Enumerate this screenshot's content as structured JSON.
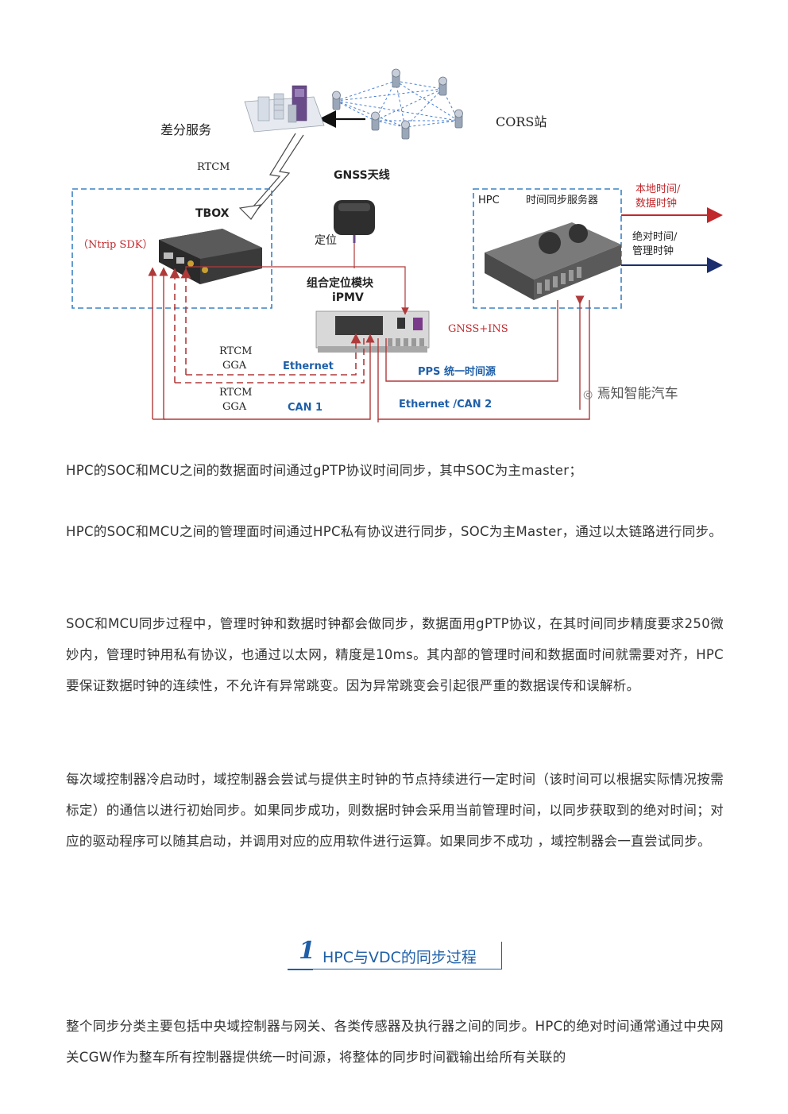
{
  "diagram": {
    "labels": {
      "diff_service": "差分服务",
      "cors": "CORS站",
      "rtcm_top": "RTCM",
      "gnss_antenna": "GNSS天线",
      "tbox": "TBOX",
      "ntrip": "（Ntrip SDK）",
      "dingwei": "定位",
      "module_line1": "组合定位模块",
      "module_line2": "iPMV",
      "gnss_ins": "GNSS+INS",
      "hpc": "HPC",
      "time_server": "时间同步服务器",
      "local_time_1": "本地时间/",
      "local_time_2": "数据时钟",
      "abs_time_1": "绝对时间/",
      "abs_time_2": "管理时钟",
      "rtcm_1": "RTCM",
      "gga_1": "GGA",
      "ethernet": "Ethernet",
      "pps": "PPS 统一时间源",
      "rtcm_2": "RTCM",
      "gga_2": "GGA",
      "can1": "CAN 1",
      "eth_can2": "Ethernet /CAN 2",
      "watermark": "焉知智能汽车"
    }
  },
  "paragraphs": {
    "p1": "HPC的SOC和MCU之间的数据面时间通过gPTP协议时间同步，其中SOC为主master；",
    "p2": "HPC的SOC和MCU之间的管理面时间通过HPC私有协议进行同步，SOC为主Master，通过以太链路进行同步。",
    "p3": "SOC和MCU同步过程中，管理时钟和数据时钟都会做同步，数据面用gPTP协议，在其时间同步精度要求250微妙内，管理时钟用私有协议，也通过以太网，精度是10ms。其内部的管理时间和数据面时间就需要对齐，HPC要保证数据时钟的连续性，不允许有异常跳变。因为异常跳变会引起很严重的数据误传和误解析。",
    "p4": "每次域控制器冷启动时，域控制器会尝试与提供主时钟的节点持续进行一定时间（该时间可以根据实际情况按需标定）的通信以进行初始同步。如果同步成功，则数据时钟会采用当前管理时间，以同步获取到的绝对时间；对应的驱动程序可以随其启动，并调用对应的应用软件进行运算。如果同步不成功 ，域控制器会一直尝试同步。",
    "p5": "整个同步分类主要包括中央域控制器与网关、各类传感器及执行器之间的同步。HPC的绝对时间通常通过中央网关CGW作为整车所有控制器提供统一时间源，将整体的同步时间戳输出给所有关联的"
  },
  "section": {
    "number": "1",
    "title": "HPC与VDC的同步过程"
  },
  "colors": {
    "red_line": "#b03a3a",
    "blue_accent": "#1f5fa8",
    "dashed_box": "#3b82c4",
    "navy_arrow": "#1b2f6e"
  }
}
